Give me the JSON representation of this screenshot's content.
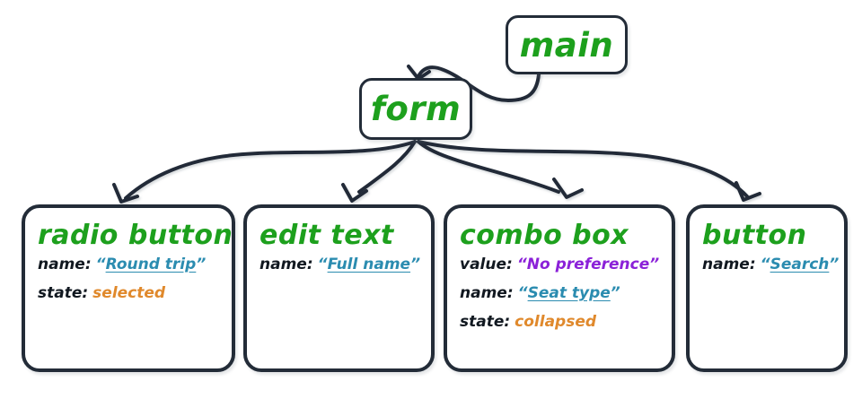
{
  "diagram": {
    "title": "accessibility-tree",
    "colors": {
      "heading_green": "#1da01d",
      "name_teal": "#2b8cb0",
      "value_purple": "#8b21d8",
      "state_orange": "#e0892c",
      "stroke_dark": "#232c38",
      "background": "#ffffff"
    }
  },
  "nodes": {
    "main": {
      "title": "main"
    },
    "form": {
      "title": "form"
    },
    "leaves": [
      {
        "title": "radio button",
        "props": [
          {
            "key": "name:",
            "type": "name",
            "open": "“",
            "value": "Round trip",
            "close": "”"
          },
          {
            "key": "state:",
            "type": "state",
            "open": "",
            "value": "selected",
            "close": ""
          }
        ]
      },
      {
        "title": "edit text",
        "props": [
          {
            "key": "name:",
            "type": "name",
            "open": "“",
            "value": "Full name",
            "close": "”"
          }
        ]
      },
      {
        "title": "combo box",
        "props": [
          {
            "key": "value:",
            "type": "value",
            "open": "“",
            "value": "No preference",
            "close": "”"
          },
          {
            "key": "name:",
            "type": "name",
            "open": "“",
            "value": "Seat type",
            "close": "”"
          },
          {
            "key": "state:",
            "type": "state",
            "open": "",
            "value": "collapsed",
            "close": ""
          }
        ]
      },
      {
        "title": "button",
        "props": [
          {
            "key": "name:",
            "type": "name",
            "open": "“",
            "value": "Search",
            "close": "”"
          }
        ]
      }
    ]
  },
  "edges": [
    {
      "from": "main",
      "to": "form",
      "label": ""
    },
    {
      "from": "form",
      "to": "radio button",
      "label": ""
    },
    {
      "from": "form",
      "to": "edit text",
      "label": ""
    },
    {
      "from": "form",
      "to": "combo box",
      "label": ""
    },
    {
      "from": "form",
      "to": "button",
      "label": ""
    }
  ]
}
